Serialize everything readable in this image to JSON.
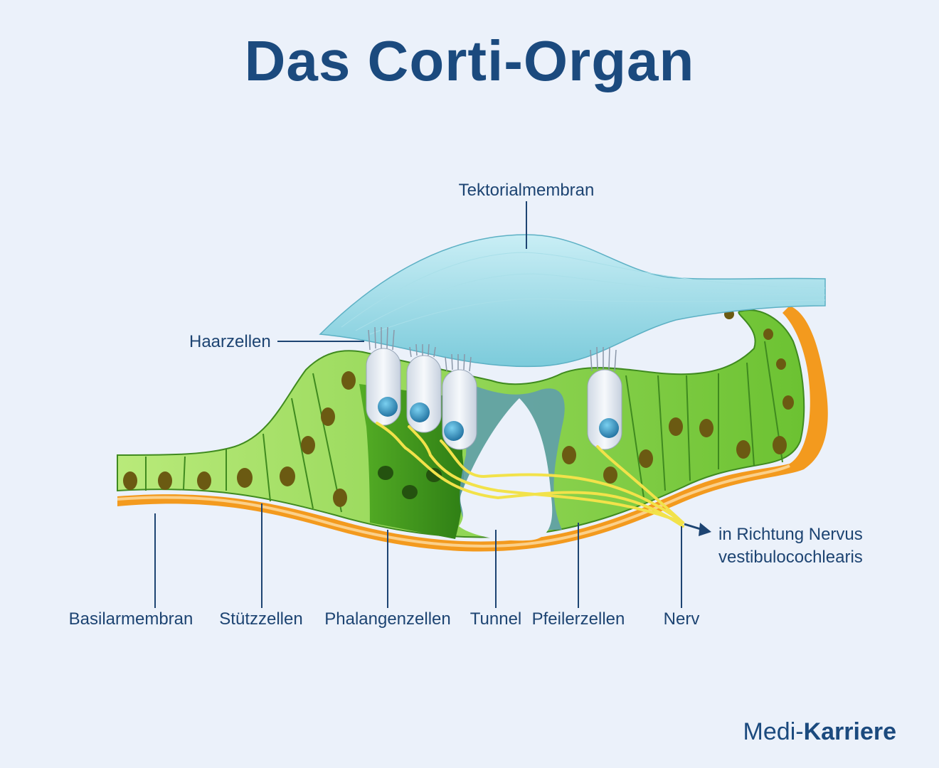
{
  "title": "Das Corti-Organ",
  "labels": {
    "tektorialmembran": "Tektorialmembran",
    "haarzellen": "Haarzellen",
    "basilarmembran": "Basilarmembran",
    "stuetzzellen": "Stützzellen",
    "phalangenzellen": "Phalangenzellen",
    "tunnel": "Tunnel",
    "pfeilerzellen": "Pfeilerzellen",
    "nerv": "Nerv",
    "richtung_line1": "in Richtung Nervus",
    "richtung_line2": "vestibulocochlearis"
  },
  "brand": {
    "part1": "Medi-",
    "part2": "Karriere"
  },
  "colors": {
    "background": "#ebf1fa",
    "title": "#1b4a7e",
    "label": "#1d4472",
    "cell_light": "#8fd64a",
    "cell_dark": "#3f9a1f",
    "nucleus": "#6b5a12",
    "membrane": "#f39a1e",
    "tectorial": "#8fd3e0",
    "hair_cell": "#e4eaf2",
    "hair_nucleus": "#2f86b8",
    "nerve": "#f2e24a",
    "pillar": "#5e9cb0"
  },
  "icons": {
    "arrow": "arrow-right-icon"
  }
}
